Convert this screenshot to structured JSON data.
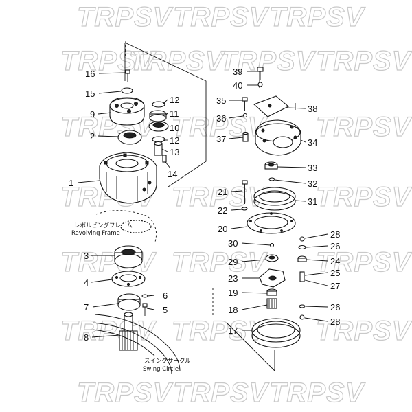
{
  "watermark": "TRPSV",
  "annotations": {
    "revolving_frame_jp": "レボルビングフレーム",
    "revolving_frame_en": "Revolving Frame",
    "swing_circle_jp": "スイングサークル",
    "swing_circle_en": "Swing Circle"
  },
  "callouts": {
    "c1": "1",
    "c2": "2",
    "c3": "3",
    "c4": "4",
    "c5": "5",
    "c6": "6",
    "c7": "7",
    "c8": "8",
    "c9": "9",
    "c10": "10",
    "c11": "11",
    "c12a": "12",
    "c12b": "12",
    "c13": "13",
    "c14": "14",
    "c15": "15",
    "c16": "16",
    "c17": "17",
    "c18": "18",
    "c19": "19",
    "c20": "20",
    "c21": "21",
    "c22": "22",
    "c23": "23",
    "c24": "24",
    "c25": "25",
    "c26a": "26",
    "c26b": "26",
    "c27": "27",
    "c28a": "28",
    "c28b": "28",
    "c29": "29",
    "c30": "30",
    "c31": "31",
    "c32": "32",
    "c33": "33",
    "c34": "34",
    "c35": "35",
    "c36": "36",
    "c37": "37",
    "c38": "38",
    "c39": "39",
    "c40": "40"
  }
}
